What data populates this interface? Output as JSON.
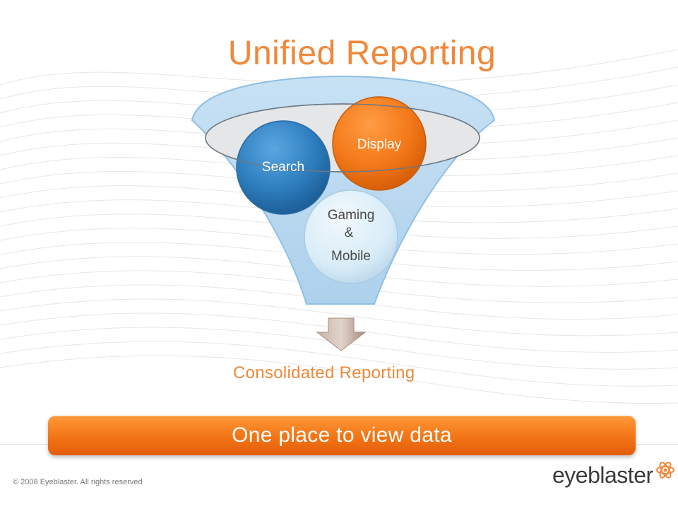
{
  "slide": {
    "title": "Unified Reporting",
    "subtitle": "Consolidated Reporting",
    "banner_text": "One place to view data",
    "copyright": "© 2008 Eyeblaster. All rights reserved",
    "logo_text": "eyeblaster"
  },
  "funnel": {
    "circles": [
      {
        "label": "Search",
        "color": "#2f7fc0"
      },
      {
        "label": "Display",
        "color": "#f47a1a"
      },
      {
        "label_lines": [
          "Gaming",
          "&",
          "Mobile"
        ],
        "color": "#d8ecf7"
      }
    ],
    "colors": {
      "funnel_fill": "#bcdaf0",
      "funnel_stroke": "#8fbfe3",
      "arrow": "#b49a8a",
      "accent": "#f0883a"
    }
  }
}
